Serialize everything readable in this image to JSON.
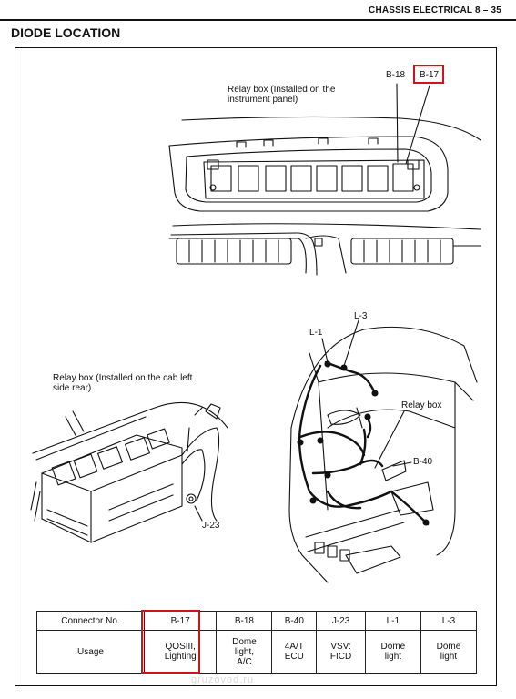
{
  "header": {
    "section": "CHASSIS ELECTRICAL 8 – 35"
  },
  "title": "DIODE LOCATION",
  "figures": {
    "top": {
      "label_line1": "Relay box (Installed on the",
      "label_line2": "instrument panel)",
      "callout_b18": "B-18",
      "callout_b17": "B-17"
    },
    "bottom_left": {
      "label_line1": "Relay box (Installed on the cab left",
      "label_line2": "side rear)",
      "callout_j23": "J-23"
    },
    "bottom_right": {
      "callout_l1": "L-1",
      "callout_l3": "L-3",
      "callout_relay_box": "Relay box",
      "callout_b40": "B-40"
    }
  },
  "table": {
    "row_header_connector": "Connector No.",
    "row_header_usage": "Usage",
    "columns": [
      {
        "connector": "B-17",
        "usage_lines": [
          "QOSIII,",
          "Lighting"
        ],
        "highlighted": true
      },
      {
        "connector": "B-18",
        "usage_lines": [
          "Dome",
          "light,",
          "A/C"
        ],
        "highlighted": false
      },
      {
        "connector": "B-40",
        "usage_lines": [
          "4A/T",
          "ECU"
        ],
        "highlighted": false
      },
      {
        "connector": "J-23",
        "usage_lines": [
          "VSV:",
          "FICD"
        ],
        "highlighted": false
      },
      {
        "connector": "L-1",
        "usage_lines": [
          "Dome",
          "light"
        ],
        "highlighted": false
      },
      {
        "connector": "L-3",
        "usage_lines": [
          "Dome",
          "light"
        ],
        "highlighted": false
      }
    ]
  },
  "watermark": "gruzovod.ru",
  "colors": {
    "highlight": "#d0121b",
    "ink": "#111111"
  }
}
